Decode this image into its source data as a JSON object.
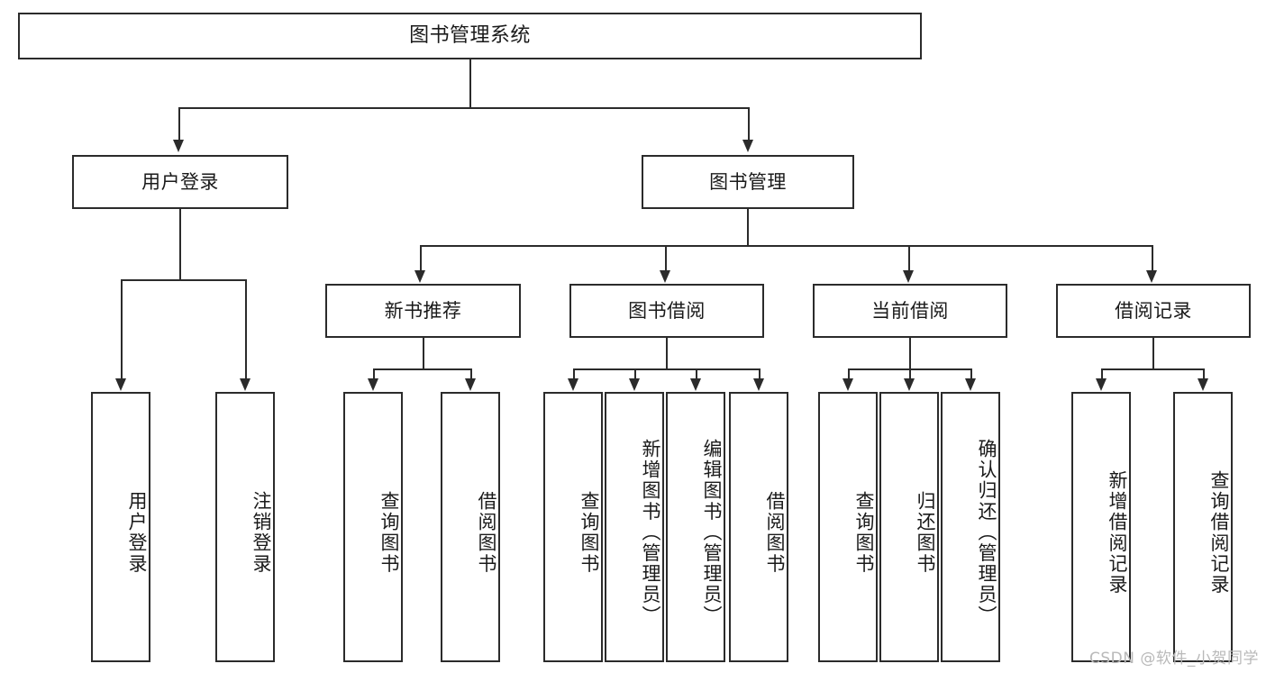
{
  "diagram": {
    "type": "tree",
    "title": "图书管理系统",
    "watermark": "CSDN @软件_小贺同学",
    "colors": {
      "stroke": "#2b2b2b",
      "background": "#ffffff",
      "text": "#1a1a1a",
      "watermark": "#b9b9b9"
    },
    "levels": {
      "root": {
        "label": "图书管理系统"
      },
      "level2": [
        {
          "label": "用户登录"
        },
        {
          "label": "图书管理"
        }
      ],
      "level3": [
        {
          "label": "新书推荐"
        },
        {
          "label": "图书借阅"
        },
        {
          "label": "当前借阅"
        },
        {
          "label": "借阅记录"
        }
      ],
      "leaves": {
        "user_login": [
          {
            "label": "用户登录"
          },
          {
            "label": "注销登录"
          }
        ],
        "new_book": [
          {
            "label": "查询图书"
          },
          {
            "label": "借阅图书"
          }
        ],
        "book_borrow": [
          {
            "label": "查询图书"
          },
          {
            "label": "新增图书（管理员）"
          },
          {
            "label": "编辑图书（管理员）"
          },
          {
            "label": "借阅图书"
          }
        ],
        "current_borrow": [
          {
            "label": "查询图书"
          },
          {
            "label": "归还图书"
          },
          {
            "label": "确认归还（管理员）"
          }
        ],
        "borrow_record": [
          {
            "label": "新增借阅记录"
          },
          {
            "label": "查询借阅记录"
          }
        ]
      }
    }
  }
}
